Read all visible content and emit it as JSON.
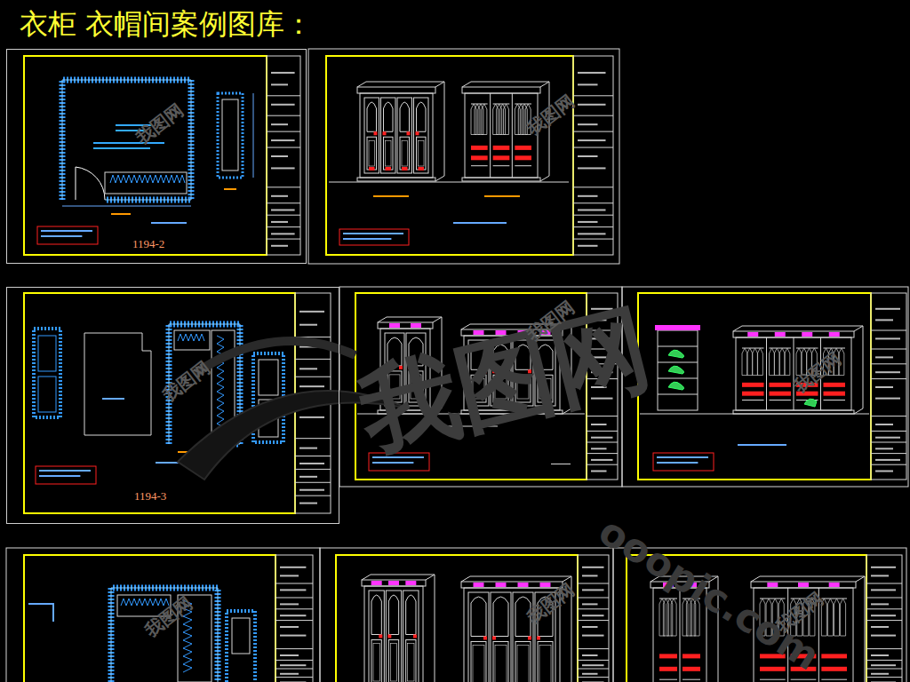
{
  "diagram": {
    "title": "衣柜 衣帽间案例图库：",
    "nodes": [
      {
        "text": [
          "1194-2"
        ]
      },
      {
        "text": [
          "1194-3"
        ]
      }
    ],
    "labels": [
      "我图网",
      "ooopic.com",
      "我图网",
      "我图网",
      "我图网",
      "我图网",
      "我图网",
      "我图网",
      "我图网",
      "我图网"
    ]
  }
}
